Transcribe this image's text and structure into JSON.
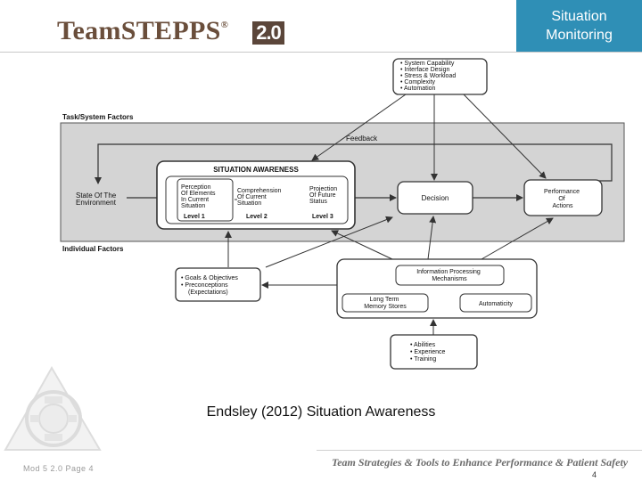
{
  "header": {
    "logo_text": "Team",
    "logo_text2": "STEPPS",
    "logo_reg": "®",
    "logo_version": "2.0",
    "title_line1": "Situation",
    "title_line2": "Monitoring"
  },
  "diagram": {
    "task_factors_label": "Task/System Factors",
    "individual_factors_label": "Individual Factors",
    "system_box": [
      "• System Capability",
      "• Interface Design",
      "• Stress & Workload",
      "• Complexity",
      "• Automation"
    ],
    "feedback_label": "Feedback",
    "state_label": [
      "State Of The",
      "Environment"
    ],
    "sa_title": "SITUATION AWARENESS",
    "perception": [
      "Perception",
      "Of Elements",
      "In Current",
      "Situation"
    ],
    "perception_level": "Level 1",
    "comprehension": [
      "Comprehension",
      "Of Current",
      "Situation"
    ],
    "comprehension_level": "Level 2",
    "projection": [
      "Projection",
      "Of Future",
      "Status"
    ],
    "projection_level": "Level 3",
    "decision_label": "Decision",
    "performance": [
      "Performance",
      "Of",
      "Actions"
    ],
    "goals": [
      "• Goals & Objectives",
      "• Preconceptions",
      "(Expectations)"
    ],
    "info_processing": [
      "Information Processing",
      "Mechanisms"
    ],
    "long_term_memory": [
      "Long Term",
      "Memory Stores"
    ],
    "automaticity_label": "Automaticity",
    "abilities": [
      "• Abilities",
      "• Experience",
      "• Training"
    ]
  },
  "caption": "Endsley (2012) Situation Awareness",
  "footer": {
    "left": "Mod 5  2.0   Page 4",
    "right": "Team Strategies & Tools to Enhance Performance & Patient Safety",
    "page_number": "4"
  },
  "colors": {
    "accent": "#2f8fb6",
    "logo_brown": "#6a4e3b"
  }
}
